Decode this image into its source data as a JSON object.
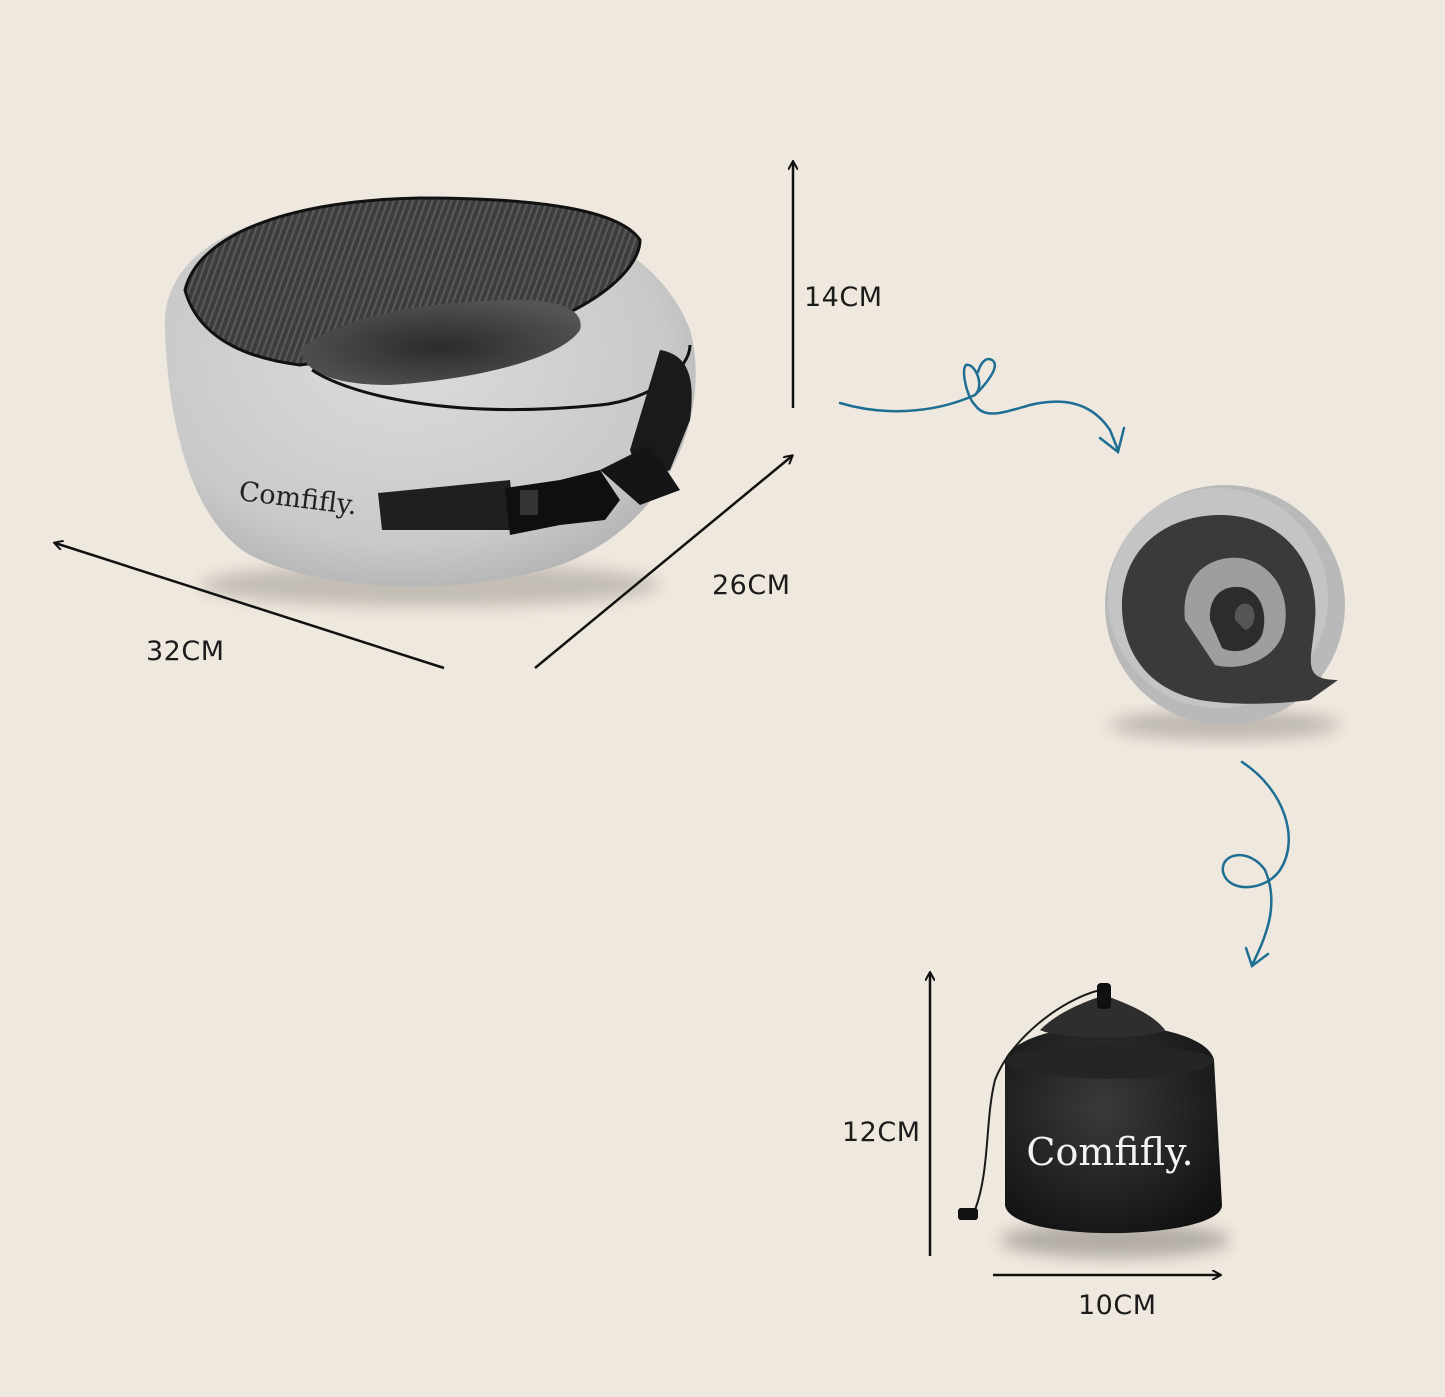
{
  "brand": {
    "pillow_logo": "Comfifly.",
    "bag_logo": "Comfifly."
  },
  "dimensions": {
    "pillow_height": "14CM",
    "pillow_depth": "26CM",
    "pillow_width": "32CM",
    "bag_height": "12CM",
    "bag_width": "10CM"
  },
  "colors": {
    "background": "#EFE8DE",
    "pillow_fabric": "#CFCFCF",
    "mesh": "#3A3A3A",
    "bag": "#1A1A1A",
    "flow_arrow": "#1F6E94",
    "dimension_line": "#111111"
  },
  "icons": [
    "heart-swirl-arrow-icon",
    "loop-swirl-arrow-icon"
  ]
}
